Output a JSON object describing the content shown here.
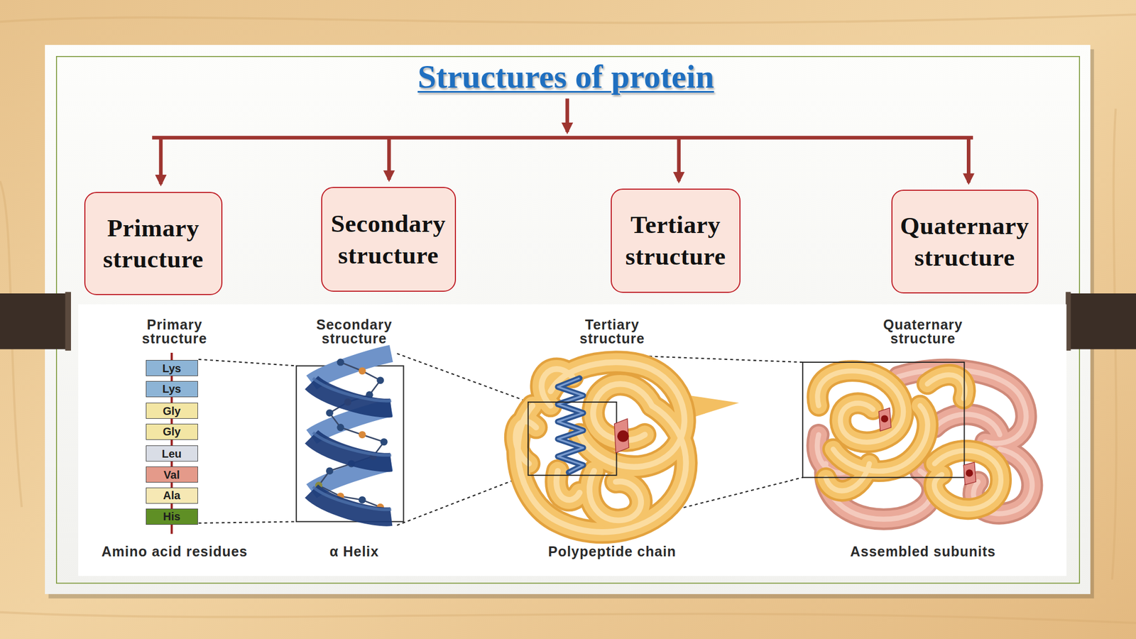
{
  "diagram": {
    "title": "Structures of protein",
    "nodes": [
      {
        "text": [
          "Primary structure"
        ]
      },
      {
        "text": [
          "Secondary structure"
        ]
      },
      {
        "text": [
          "Tertiary structure"
        ]
      },
      {
        "text": [
          "Quaternary structure"
        ]
      },
      {
        "text": [
          "Lys"
        ]
      },
      {
        "text": [
          "Lys"
        ]
      },
      {
        "text": [
          "Gly"
        ]
      },
      {
        "text": [
          "Gly"
        ]
      },
      {
        "text": [
          "Leu"
        ]
      },
      {
        "text": [
          "Val"
        ]
      },
      {
        "text": [
          "Ala"
        ]
      },
      {
        "text": [
          "His"
        ]
      }
    ],
    "labels": [
      "Primary structure",
      "Secondary structure",
      "Tertiary structure",
      "Quaternary structure",
      "Amino acid residues",
      "α Helix",
      "Polypeptide chain",
      "Assembled subunits"
    ]
  }
}
